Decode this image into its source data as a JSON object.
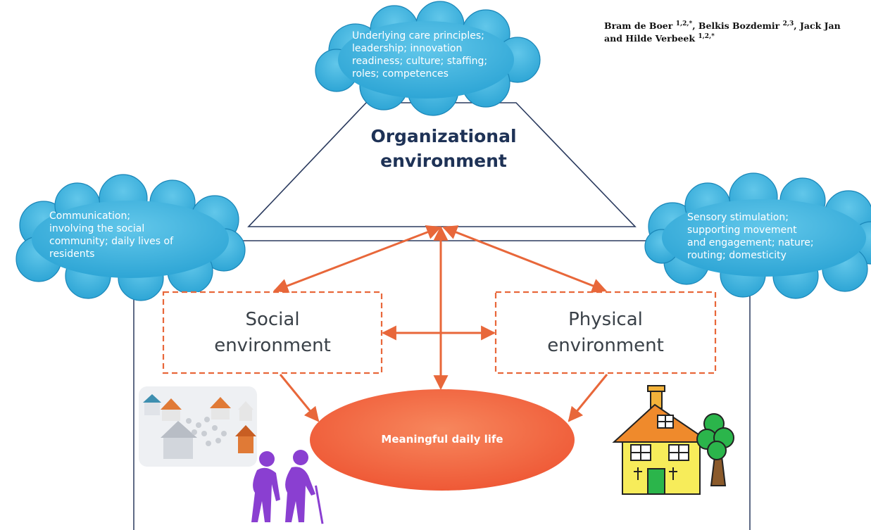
{
  "authors": {
    "line1": [
      {
        "name": "Bram de Boer",
        "sup": "1,2,*"
      },
      {
        "name": "Belkis Bozdemir",
        "sup": "2,3"
      },
      {
        "name": "Jack Jan",
        "sup": ""
      }
    ],
    "line2": {
      "name": "and Hilde Verbeek",
      "sup": "1,2,*"
    }
  },
  "clouds": {
    "top": [
      "Underlying care principles;",
      "leadership; innovation",
      "readiness; culture; staffing;",
      "roles; competences"
    ],
    "left": [
      "Communication;",
      "involving the social",
      "community; daily lives of",
      "residents"
    ],
    "right": [
      "Sensory stimulation;",
      "supporting movement",
      "and engagement; nature;",
      "routing; domesticity"
    ]
  },
  "organizational": {
    "line1": "Organizational",
    "line2": "environment"
  },
  "social": {
    "line1": "Social",
    "line2": "environment"
  },
  "physical": {
    "line1": "Physical",
    "line2": "environment"
  },
  "goal": "Meaningful daily life",
  "colors": {
    "cloud_fill": "#3fb2dc",
    "cloud_stroke": "#1a86b8",
    "arrow": "#e8673a",
    "dashed_box": "#e8673a",
    "navy_line": "#2a3a5e",
    "ellipse_fill": "#f2633c",
    "figure_purple": "#8a3fd1"
  },
  "icons": [
    "village-icon",
    "elderly-couple-icon",
    "house-icon",
    "tree-icon"
  ]
}
